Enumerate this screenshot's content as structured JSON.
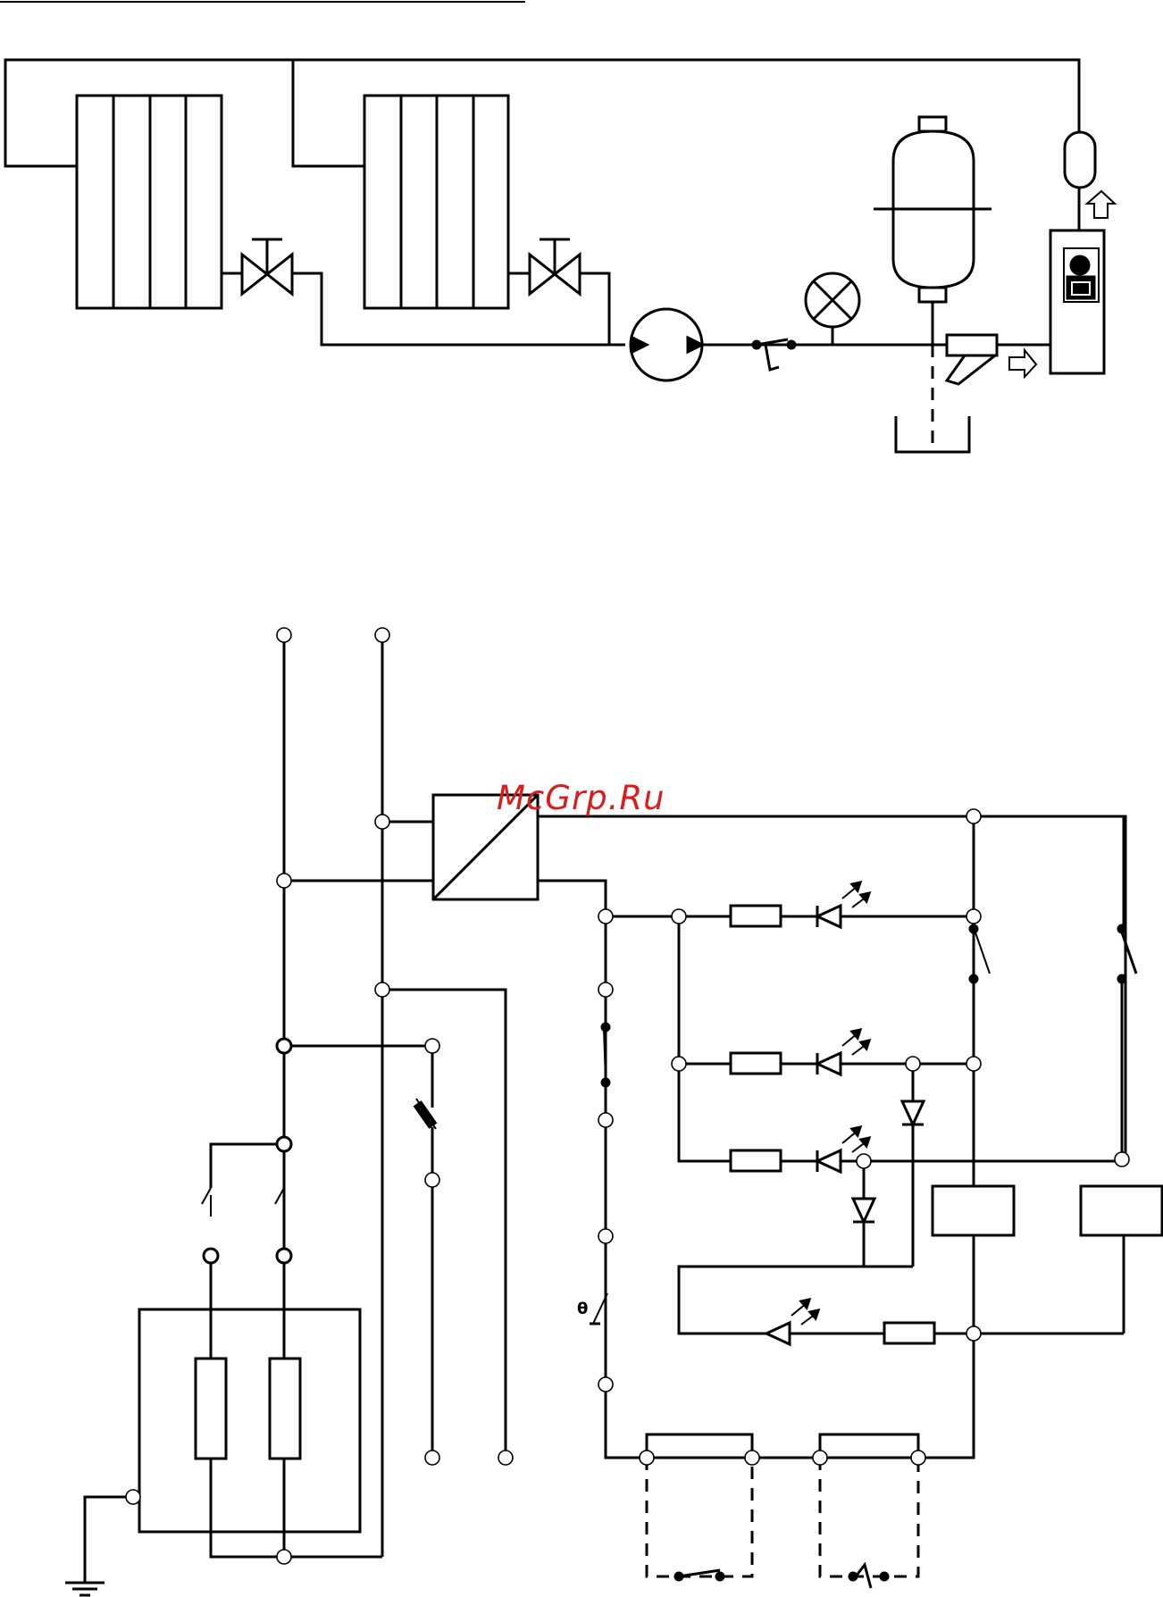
{
  "watermark": "McGrp.Ru",
  "thermostat_symbol": "θ",
  "colors": {
    "line": "#000000",
    "watermark": "#dd1b1b",
    "background": "#ffffff"
  },
  "hydraulic_section": {
    "components": [
      "radiator-1",
      "radiator-2",
      "valve-1",
      "valve-2",
      "circulation-pump",
      "pressure-switch",
      "indicator-lamp",
      "expansion-vessel",
      "safety-valve",
      "filter",
      "boiler-unit",
      "drain-tray"
    ]
  },
  "electrical_section": {
    "components": [
      "supply-terminals",
      "transformer",
      "fuse",
      "relays",
      "leds",
      "diodes",
      "resistors",
      "heating-elements",
      "thermostat",
      "ground"
    ]
  }
}
